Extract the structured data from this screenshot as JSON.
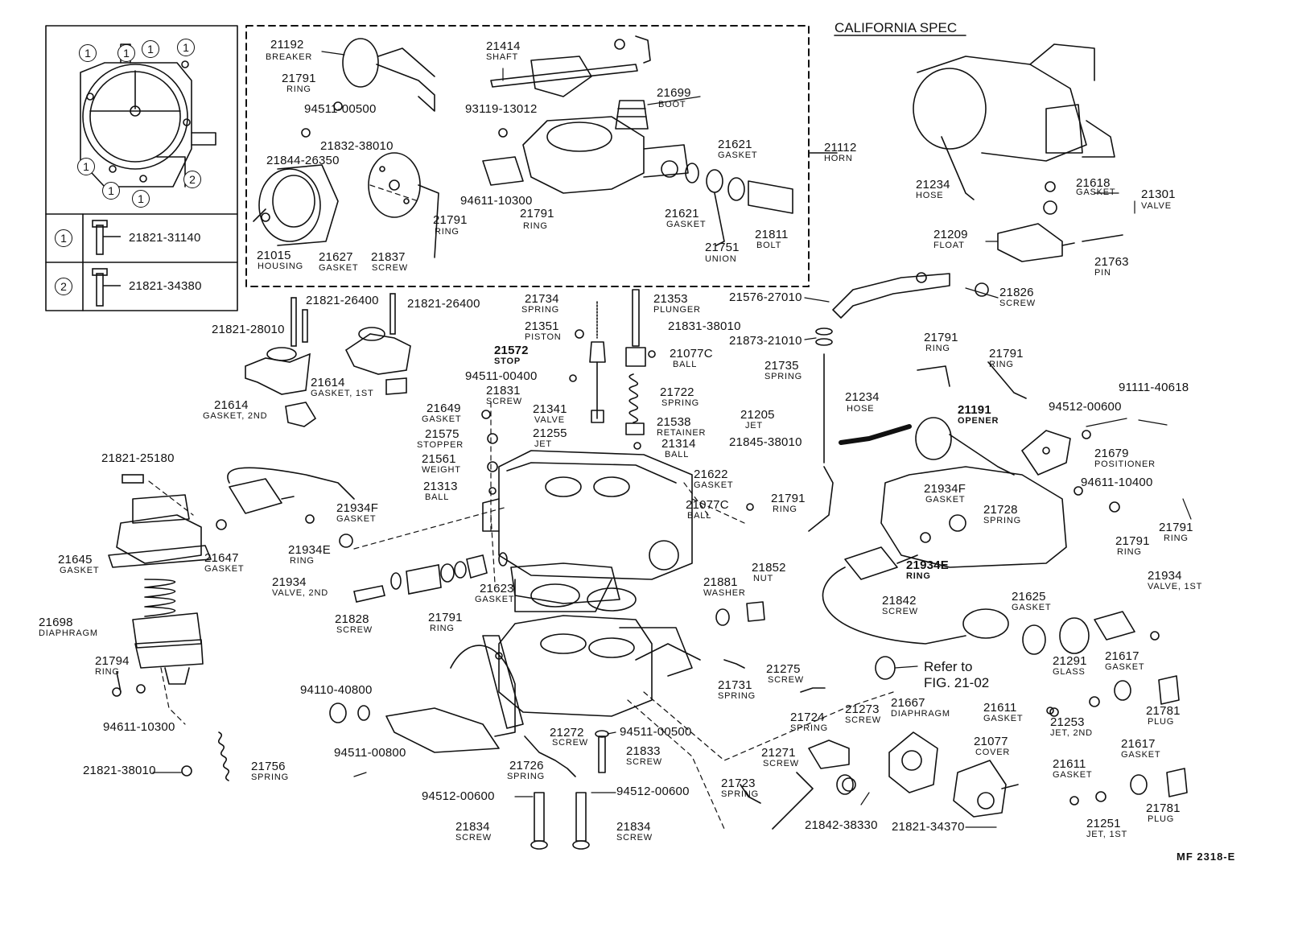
{
  "inset": {
    "markers": [
      "1",
      "2"
    ],
    "legend": [
      {
        "marker": "1",
        "part": "21821-31140"
      },
      {
        "marker": "2",
        "part": "21821-34380"
      }
    ]
  },
  "header_right": "CALIFORNIA SPEC",
  "figure_id": "MF  2318-E",
  "refer": {
    "line1": "Refer to",
    "line2": "FIG. 21-02"
  },
  "parts": [
    {
      "id": "21192",
      "name": "BREAKER"
    },
    {
      "id": "21414",
      "name": "SHAFT"
    },
    {
      "id": "21791",
      "name": "RING"
    },
    {
      "id": "21699",
      "name": "BOOT"
    },
    {
      "id": "94511-00500",
      "name": ""
    },
    {
      "id": "93119-13012",
      "name": ""
    },
    {
      "id": "21832-38010",
      "name": ""
    },
    {
      "id": "21844-26350",
      "name": ""
    },
    {
      "id": "21621",
      "name": "GASKET"
    },
    {
      "id": "21112",
      "name": "HORN"
    },
    {
      "id": "94611-10300",
      "name": ""
    },
    {
      "id": "21015",
      "name": "HOUSING"
    },
    {
      "id": "21627",
      "name": "GASKET"
    },
    {
      "id": "21837",
      "name": "SCREW"
    },
    {
      "id": "21751",
      "name": "UNION"
    },
    {
      "id": "21811",
      "name": "BOLT"
    },
    {
      "id": "21234",
      "name": "HOSE"
    },
    {
      "id": "21618",
      "name": "GASKET"
    },
    {
      "id": "21301",
      "name": "VALVE"
    },
    {
      "id": "21209",
      "name": "FLOAT"
    },
    {
      "id": "21763",
      "name": "PIN"
    },
    {
      "id": "21826",
      "name": "SCREW"
    },
    {
      "id": "21576-27010",
      "name": ""
    },
    {
      "id": "21873-21010",
      "name": ""
    },
    {
      "id": "21735",
      "name": "SPRING"
    },
    {
      "id": "21191",
      "name": "OPENER"
    },
    {
      "id": "91111-40618",
      "name": ""
    },
    {
      "id": "94512-00600",
      "name": ""
    },
    {
      "id": "21679",
      "name": "POSITIONER"
    },
    {
      "id": "94611-10400",
      "name": ""
    },
    {
      "id": "21934F",
      "name": "GASKET"
    },
    {
      "id": "21728",
      "name": "SPRING"
    },
    {
      "id": "21934E",
      "name": "RING"
    },
    {
      "id": "21934",
      "name": "VALVE, 1ST"
    },
    {
      "id": "21842",
      "name": "SCREW"
    },
    {
      "id": "21625",
      "name": "GASKET"
    },
    {
      "id": "21291",
      "name": "GLASS"
    },
    {
      "id": "21617",
      "name": "GASKET"
    },
    {
      "id": "21781",
      "name": "PLUG"
    },
    {
      "id": "21611",
      "name": "GASKET"
    },
    {
      "id": "21253",
      "name": "JET, 2ND"
    },
    {
      "id": "21251",
      "name": "JET, 1ST"
    },
    {
      "id": "21077",
      "name": "COVER"
    },
    {
      "id": "21667",
      "name": "DIAPHRAGM"
    },
    {
      "id": "21821-34370",
      "name": ""
    },
    {
      "id": "21842-38330",
      "name": ""
    },
    {
      "id": "21271",
      "name": "SCREW"
    },
    {
      "id": "21723",
      "name": "SPRING"
    },
    {
      "id": "21273",
      "name": "SCREW"
    },
    {
      "id": "21724",
      "name": "SPRING"
    },
    {
      "id": "21275",
      "name": "SCREW"
    },
    {
      "id": "21731",
      "name": "SPRING"
    },
    {
      "id": "21881",
      "name": "WASHER"
    },
    {
      "id": "21852",
      "name": "NUT"
    },
    {
      "id": "21734",
      "name": "SPRING"
    },
    {
      "id": "21353",
      "name": "PLUNGER"
    },
    {
      "id": "21351",
      "name": "PISTON"
    },
    {
      "id": "21831-38010",
      "name": ""
    },
    {
      "id": "21572",
      "name": "STOP"
    },
    {
      "id": "21077C",
      "name": "BALL"
    },
    {
      "id": "94511-00400",
      "name": ""
    },
    {
      "id": "21831",
      "name": "SCREW"
    },
    {
      "id": "21722",
      "name": "SPRING"
    },
    {
      "id": "21649",
      "name": "GASKET"
    },
    {
      "id": "21341",
      "name": "VALVE"
    },
    {
      "id": "21205",
      "name": "JET"
    },
    {
      "id": "21538",
      "name": "RETAINER"
    },
    {
      "id": "21845-38010",
      "name": ""
    },
    {
      "id": "21575",
      "name": "STOPPER"
    },
    {
      "id": "21255",
      "name": "JET"
    },
    {
      "id": "21314",
      "name": "BALL"
    },
    {
      "id": "21561",
      "name": "WEIGHT"
    },
    {
      "id": "21622",
      "name": "GASKET"
    },
    {
      "id": "21313",
      "name": "BALL"
    },
    {
      "id": "21821-26400",
      "name": ""
    },
    {
      "id": "21821-28010",
      "name": ""
    },
    {
      "id": "21614",
      "name": "GASKET, 1ST"
    },
    {
      "id": "21614",
      "name": "GASKET, 2ND"
    },
    {
      "id": "21821-25180",
      "name": ""
    },
    {
      "id": "21645",
      "name": "GASKET"
    },
    {
      "id": "21647",
      "name": "GASKET"
    },
    {
      "id": "21934",
      "name": "VALVE, 2ND"
    },
    {
      "id": "21828",
      "name": "SCREW"
    },
    {
      "id": "21623",
      "name": "GASKET"
    },
    {
      "id": "21698",
      "name": "DIAPHRAGM"
    },
    {
      "id": "21794",
      "name": "RING"
    },
    {
      "id": "94611-10300",
      "name": ""
    },
    {
      "id": "21821-38010",
      "name": ""
    },
    {
      "id": "21756",
      "name": "SPRING"
    },
    {
      "id": "94110-40800",
      "name": ""
    },
    {
      "id": "94511-00800",
      "name": ""
    },
    {
      "id": "21726",
      "name": "SPRING"
    },
    {
      "id": "21272",
      "name": "SCREW"
    },
    {
      "id": "21833",
      "name": "SCREW"
    },
    {
      "id": "94512-00600",
      "name": ""
    },
    {
      "id": "21834",
      "name": "SCREW"
    }
  ]
}
